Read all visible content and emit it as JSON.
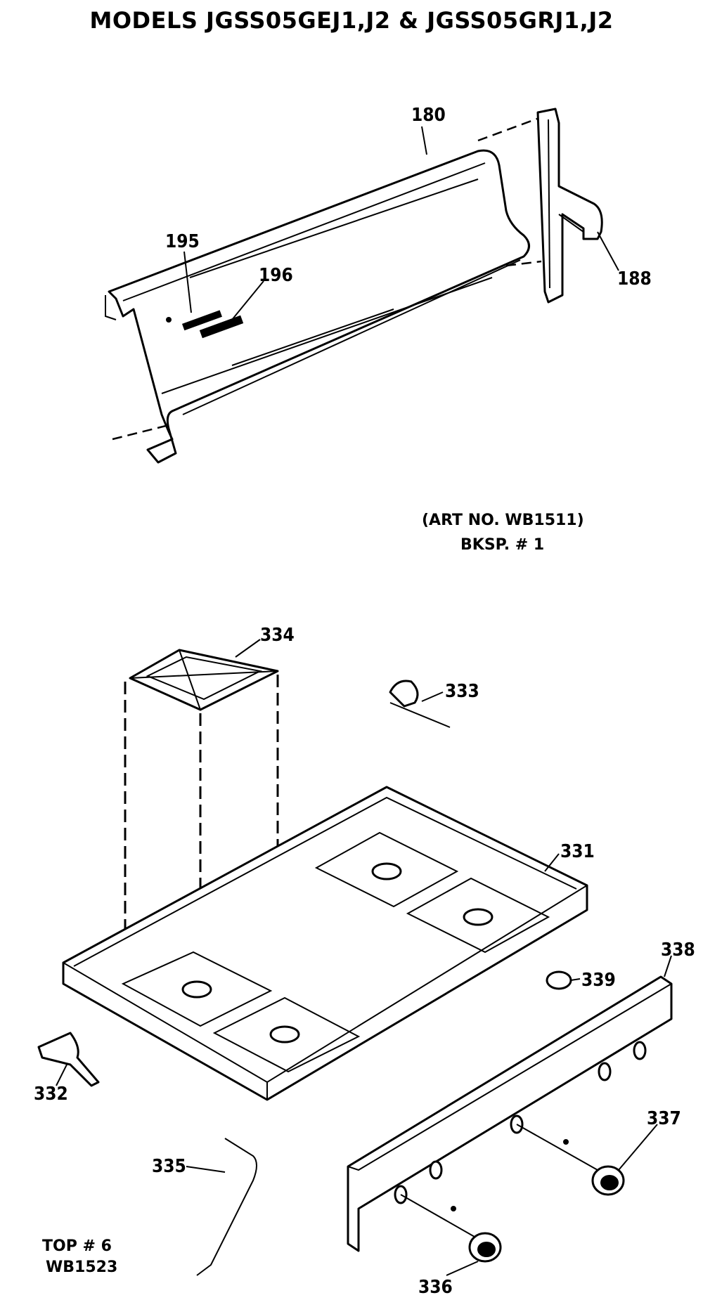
{
  "title": "MODELS JGSS05GEJ1,J2 & JGSS05GRJ1,J2",
  "backsplash_section": {
    "art_no": "(ART NO. WB1511)",
    "caption": "BKSP. # 1",
    "callouts": [
      "180",
      "188",
      "195",
      "196"
    ]
  },
  "cooktop_section": {
    "art_caption": "TOP # 6",
    "art_no": "WB1523",
    "callouts": [
      "331",
      "332",
      "333",
      "334",
      "335",
      "336",
      "337",
      "338",
      "339"
    ]
  }
}
